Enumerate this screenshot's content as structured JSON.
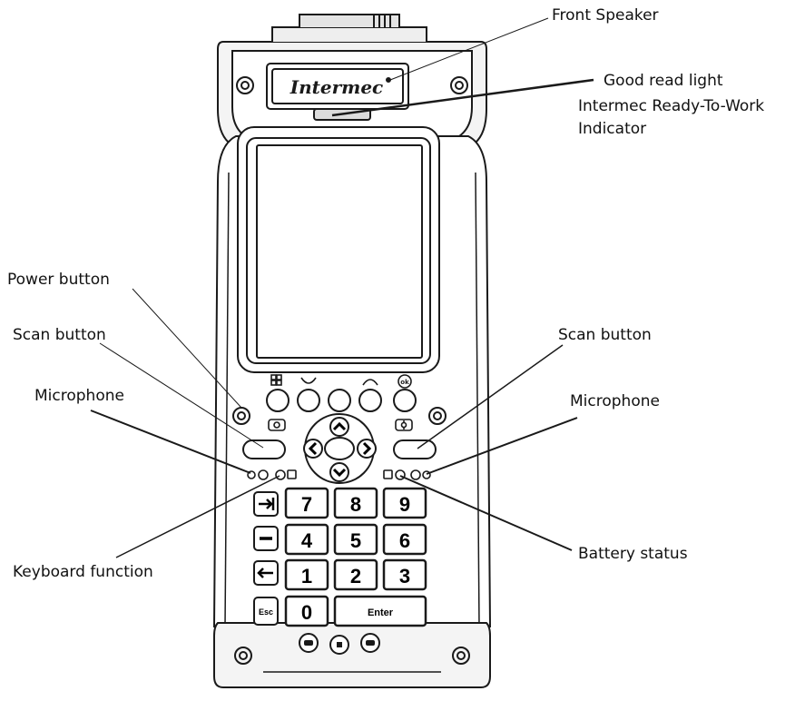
{
  "brand": "Intermec",
  "callouts": {
    "front_speaker": "Front Speaker",
    "good_read_light": "Good read light",
    "ready_to_work_line1": "Intermec Ready-To-Work",
    "ready_to_work_line2": "Indicator",
    "power_button": "Power button",
    "scan_button_left": "Scan button",
    "microphone_left": "Microphone",
    "keyboard_function": "Keyboard function",
    "scan_button_right": "Scan button",
    "microphone_right": "Microphone",
    "battery_status": "Battery status"
  },
  "keypad": {
    "row1": [
      "7",
      "8",
      "9"
    ],
    "row2": [
      "4",
      "5",
      "6"
    ],
    "row3": [
      "1",
      "2",
      "3"
    ],
    "zero": "0",
    "enter": "Enter",
    "esc": "Esc"
  },
  "colors": {
    "line": "#1a1a1a",
    "body_fill": "#ffffff",
    "shading": "#d8d8d8"
  },
  "icons": {
    "tab_key": "tab-arrow-icon",
    "minus_key": "minus-icon",
    "backspace_key": "left-arrow-icon",
    "dpad": "dpad-arrows-icon",
    "windows": "windows-flag-icon",
    "call": "phone-call-icon",
    "end_call": "phone-end-icon",
    "ok": "ok-icon",
    "backlight": "backlight-icon",
    "camera": "camera-icon"
  }
}
